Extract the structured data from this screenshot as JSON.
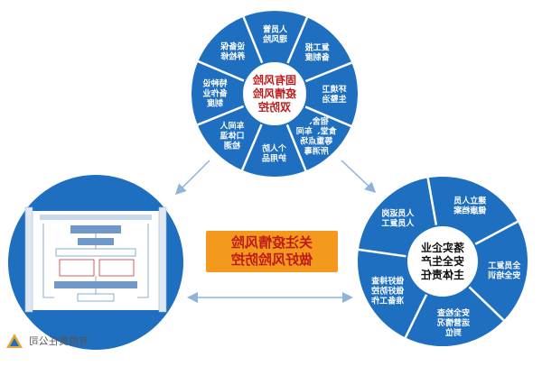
{
  "top_wheel": {
    "center": [
      "固有风险",
      "疫情风险",
      "双防控"
    ],
    "segments": [
      [
        "人员管",
        "理风险"
      ],
      [
        "复工报",
        "备制度"
      ],
      [
        "环境卫",
        "生整治"
      ],
      [
        "宿舍、",
        "食堂、车间",
        "等重点场",
        "所消毒"
      ],
      [
        "个人防",
        "护用品"
      ],
      [
        "车间人",
        "口体温",
        "检测"
      ],
      [
        "特种设",
        "备作业",
        "制度"
      ],
      [
        "设备保",
        "养检修"
      ]
    ]
  },
  "right_wheel": {
    "center": [
      "落实企业",
      "安全生产",
      "主体责任"
    ],
    "segments": [
      [
        "建立人员",
        "健康档案"
      ],
      [
        "全员复工",
        "安全培训"
      ],
      [
        "安全检查",
        "运营情况",
        "到位"
      ],
      [
        "做好排查",
        "做好防控",
        "准备工作"
      ],
      [
        "人员返岗",
        "人员复工"
      ]
    ]
  },
  "center_banner": [
    "关注疫情风险",
    "做好风险防控"
  ],
  "footer": {
    "company": "有限责任公司"
  },
  "colors": {
    "wheel_blue": "#1f6fc0",
    "wheel_center": "#ffffff",
    "banner_bg": "#f39a1e",
    "banner_text": "#c0191a",
    "arrow": "#8fb3d9"
  }
}
